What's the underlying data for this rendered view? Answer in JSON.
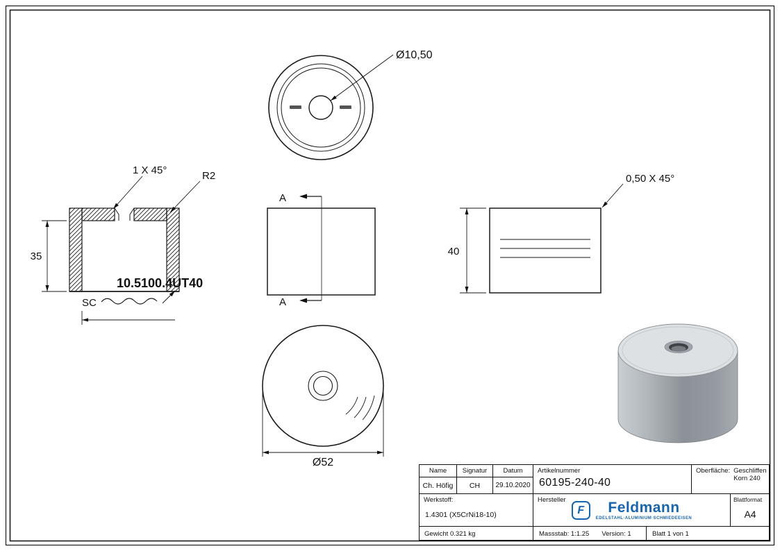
{
  "drawing": {
    "top_view": {
      "hole_diameter": "Ø10,50"
    },
    "section_view": {
      "chamfer": "1 X 45°",
      "radius": "R2",
      "height": "35",
      "garbled_dimension": "10.5100.4UT40",
      "garbled_prefix": "SC"
    },
    "front_view": {
      "section_letter": "A"
    },
    "side_view": {
      "height": "40",
      "chamfer": "0,50 X 45°"
    },
    "bottom_view": {
      "diameter": "Ø52"
    }
  },
  "title_block": {
    "headers": {
      "name": "Name",
      "signature": "Signatur",
      "date": "Datum",
      "article": "Artikelnummer",
      "surface": "Oberfläche:",
      "material": "Werkstoff:",
      "manufacturer": "Hersteller",
      "format": "Blattformat"
    },
    "values": {
      "name": "Ch. Höfig",
      "signature": "CH",
      "date": "29.10.2020",
      "article": "60195-240-40",
      "surface": "Geschliffen Korn 240",
      "material": "1.4301 (X5CrNi18-10)",
      "format": "A4",
      "weight": "Gewicht 0.321 kg",
      "scale": "Massstab: 1:1.25",
      "version": "Version: 1",
      "sheet": "Blatt 1 von 1"
    },
    "brand": {
      "initial": "F",
      "name": "Feldmann",
      "tagline": "EDELSTAHL·ALUMINIUM·SCHMIEDEEISEN",
      "color": "#1765ad"
    }
  }
}
